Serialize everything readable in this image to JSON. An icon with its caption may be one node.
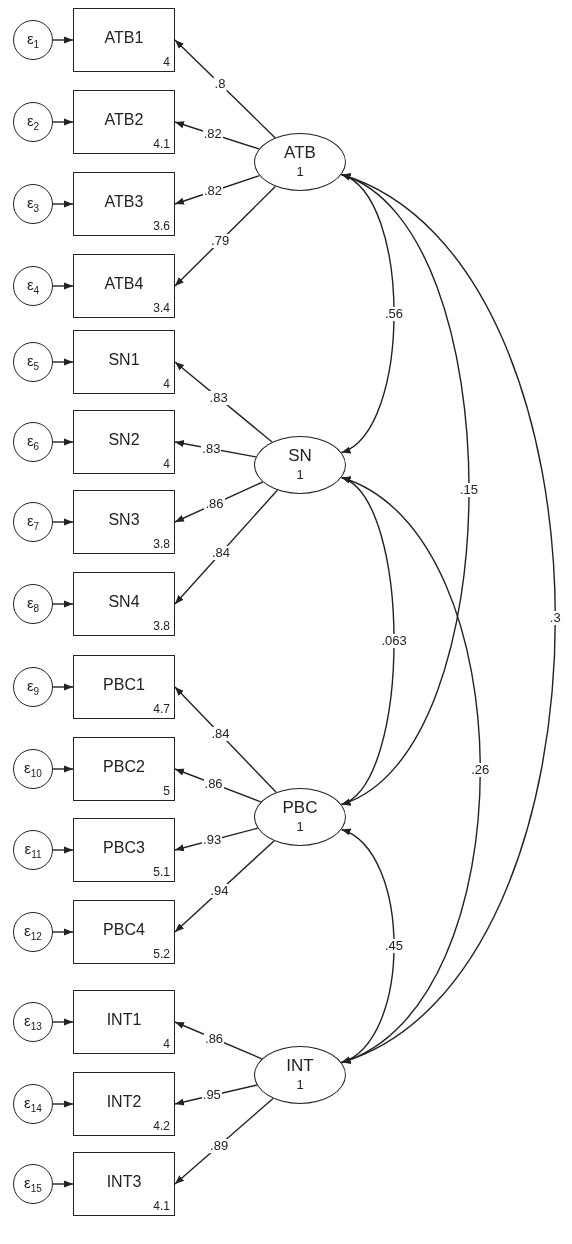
{
  "diagram": {
    "nodes": [
      {
        "text": [
          "ε$_{1}$"
        ]
      },
      {
        "text": [
          "ε$_{2}$"
        ]
      },
      {
        "text": [
          "ε$_{3}$"
        ]
      },
      {
        "text": [
          "ε$_{4}$"
        ]
      },
      {
        "text": [
          "ε$_{5}$"
        ]
      },
      {
        "text": [
          "ε$_{6}$"
        ]
      },
      {
        "text": [
          "ε$_{7}$"
        ]
      },
      {
        "text": [
          "ε$_{8}$"
        ]
      },
      {
        "text": [
          "ε$_{9}$"
        ]
      },
      {
        "text": [
          "ε$_{10}$"
        ]
      },
      {
        "text": [
          "ε$_{11}$"
        ]
      },
      {
        "text": [
          "ε$_{12}$"
        ]
      },
      {
        "text": [
          "ε$_{13}$"
        ]
      },
      {
        "text": [
          "ε$_{14}$"
        ]
      },
      {
        "text": [
          "ε$_{15}$"
        ]
      },
      {
        "text": [
          "ATB1",
          "4"
        ]
      },
      {
        "text": [
          "ATB2",
          "4.1"
        ]
      },
      {
        "text": [
          "ATB3",
          "3.6"
        ]
      },
      {
        "text": [
          "ATB4",
          "3.4"
        ]
      },
      {
        "text": [
          "SN1",
          "4"
        ]
      },
      {
        "text": [
          "SN2",
          "4"
        ]
      },
      {
        "text": [
          "SN3",
          "3.8"
        ]
      },
      {
        "text": [
          "SN4",
          "3.8"
        ]
      },
      {
        "text": [
          "PBC1",
          "4.7"
        ]
      },
      {
        "text": [
          "PBC2",
          "5"
        ]
      },
      {
        "text": [
          "PBC3",
          "5.1"
        ]
      },
      {
        "text": [
          "PBC4",
          "5.2"
        ]
      },
      {
        "text": [
          "INT1",
          "4"
        ]
      },
      {
        "text": [
          "INT2",
          "4.2"
        ]
      },
      {
        "text": [
          "INT3",
          "4.1"
        ]
      },
      {
        "text": [
          "ATB",
          "1"
        ]
      },
      {
        "text": [
          "SN",
          "1"
        ]
      },
      {
        "text": [
          "PBC",
          "1"
        ]
      },
      {
        "text": [
          "INT",
          "1"
        ]
      }
    ],
    "edges": [
      {
        "from": 0,
        "to": 15,
        "arrow": "to"
      },
      {
        "from": 1,
        "to": 16,
        "arrow": "to"
      },
      {
        "from": 2,
        "to": 17,
        "arrow": "to"
      },
      {
        "from": 3,
        "to": 18,
        "arrow": "to"
      },
      {
        "from": 4,
        "to": 19,
        "arrow": "to"
      },
      {
        "from": 5,
        "to": 20,
        "arrow": "to"
      },
      {
        "from": 6,
        "to": 21,
        "arrow": "to"
      },
      {
        "from": 7,
        "to": 22,
        "arrow": "to"
      },
      {
        "from": 8,
        "to": 23,
        "arrow": "to"
      },
      {
        "from": 9,
        "to": 24,
        "arrow": "to"
      },
      {
        "from": 10,
        "to": 25,
        "arrow": "to"
      },
      {
        "from": 11,
        "to": 26,
        "arrow": "to"
      },
      {
        "from": 12,
        "to": 27,
        "arrow": "to"
      },
      {
        "from": 13,
        "to": 28,
        "arrow": "to"
      },
      {
        "from": 14,
        "to": 29,
        "arrow": "to"
      },
      {
        "from": 30,
        "to": 15,
        "arrow": "to",
        "label": ".8"
      },
      {
        "from": 30,
        "to": 16,
        "arrow": "to",
        "label": ".82"
      },
      {
        "from": 30,
        "to": 17,
        "arrow": "to",
        "label": ".82"
      },
      {
        "from": 30,
        "to": 18,
        "arrow": "to",
        "label": ".79"
      },
      {
        "from": 31,
        "to": 19,
        "arrow": "to",
        "label": ".83"
      },
      {
        "from": 31,
        "to": 20,
        "arrow": "to",
        "label": ".83"
      },
      {
        "from": 31,
        "to": 21,
        "arrow": "to",
        "label": ".86"
      },
      {
        "from": 31,
        "to": 22,
        "arrow": "to",
        "label": ".84"
      },
      {
        "from": 32,
        "to": 23,
        "arrow": "to",
        "label": ".84"
      },
      {
        "from": 32,
        "to": 24,
        "arrow": "to",
        "label": ".86"
      },
      {
        "from": 32,
        "to": 25,
        "arrow": "to",
        "label": ".93"
      },
      {
        "from": 32,
        "to": 26,
        "arrow": "to",
        "label": ".94"
      },
      {
        "from": 33,
        "to": 27,
        "arrow": "to",
        "label": ".86"
      },
      {
        "from": 33,
        "to": 28,
        "arrow": "to",
        "label": ".95"
      },
      {
        "from": 33,
        "to": 29,
        "arrow": "to",
        "label": ".89"
      },
      {
        "from": 30,
        "to": 31,
        "arrow": "both",
        "label": ".56"
      },
      {
        "from": 30,
        "to": 32,
        "arrow": "both",
        "label": ".15"
      },
      {
        "from": 30,
        "to": 33,
        "arrow": "both",
        "label": ".3"
      },
      {
        "from": 31,
        "to": 32,
        "arrow": "both",
        "label": ".063"
      },
      {
        "from": 31,
        "to": 33,
        "arrow": "both",
        "label": ".26"
      },
      {
        "from": 32,
        "to": 33,
        "arrow": "both",
        "label": ".45"
      }
    ]
  }
}
